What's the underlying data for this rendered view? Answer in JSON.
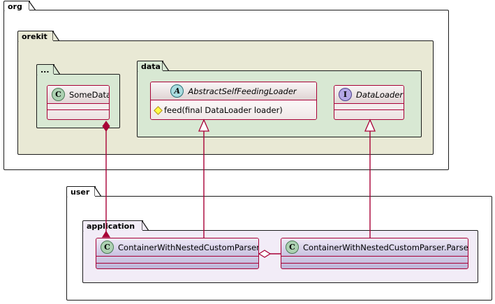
{
  "diagram": {
    "type": "uml-class-diagram",
    "background": "#FFFFFF",
    "line_color": "#A80036"
  },
  "packages": [
    {
      "id": "org",
      "label": "org",
      "fill": "#FFFFFF",
      "border": "#1B1B1B"
    },
    {
      "id": "orekit",
      "label": "orekit",
      "fill": "#E9E9D5",
      "border": "#1B1B1B"
    },
    {
      "id": "ellipsis",
      "label": "...",
      "fill": "#D8E8D3",
      "border": "#1B1B1B"
    },
    {
      "id": "data",
      "label": "data",
      "fill": "#D8E8D3",
      "border": "#1B1B1B"
    },
    {
      "id": "user",
      "label": "user",
      "fill": "#FFFFFF",
      "border": "#1B1B1B"
    },
    {
      "id": "application",
      "label": "application",
      "fill": "#F2ECF7",
      "border": "#1B1B1B"
    }
  ],
  "classes": {
    "someData": {
      "name": "SomeData",
      "stereotype": "C",
      "stereotype_title": "class",
      "italic": false,
      "members": []
    },
    "abstractSelfFeedingLoader": {
      "name": "AbstractSelfFeedingLoader",
      "stereotype": "A",
      "stereotype_title": "abstract class",
      "italic": true,
      "members": [
        {
          "visibility": "protected",
          "text": "feed(final DataLoader loader)"
        }
      ]
    },
    "dataLoader": {
      "name": "DataLoader",
      "stereotype": "I",
      "stereotype_title": "interface",
      "italic": true,
      "members": []
    },
    "containerWithNestedCustomParser": {
      "name": "ContainerWithNestedCustomParser",
      "stereotype": "C",
      "stereotype_title": "class",
      "italic": false,
      "members": []
    },
    "containerWithNestedCustomParserParser": {
      "name": "ContainerWithNestedCustomParser.Parser",
      "stereotype": "C",
      "stereotype_title": "class",
      "italic": false,
      "members": []
    }
  },
  "relationships": [
    {
      "id": "comp-somedata",
      "from": "ContainerWithNestedCustomParser",
      "to": "SomeData",
      "kind": "composition"
    },
    {
      "id": "ext-abstract",
      "from": "ContainerWithNestedCustomParser",
      "to": "AbstractSelfFeedingLoader",
      "kind": "extends"
    },
    {
      "id": "impl-dataloader",
      "from": "ContainerWithNestedCustomParser.Parser",
      "to": "DataLoader",
      "kind": "implements"
    },
    {
      "id": "aggr-parser",
      "from": "ContainerWithNestedCustomParser",
      "to": "ContainerWithNestedCustomParser.Parser",
      "kind": "aggregation"
    }
  ]
}
